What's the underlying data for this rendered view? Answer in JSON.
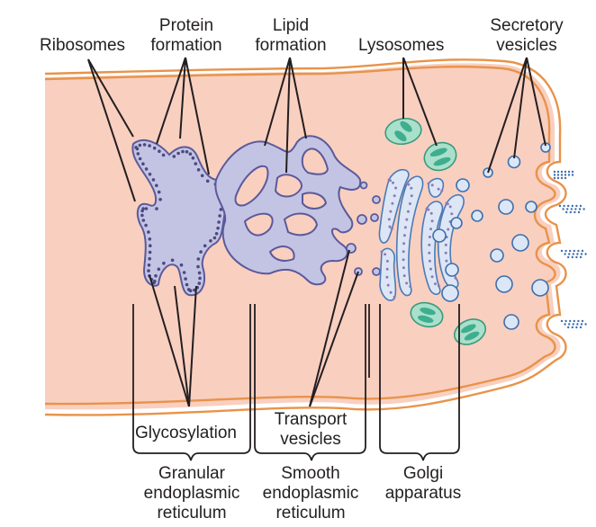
{
  "labels": {
    "ribosomes": "Ribosomes",
    "protein_formation_1": "Protein",
    "protein_formation_2": "formation",
    "lipid_formation_1": "Lipid",
    "lipid_formation_2": "formation",
    "lysosomes": "Lysosomes",
    "secretory_vesicles_1": "Secretory",
    "secretory_vesicles_2": "vesicles",
    "glycosylation": "Glycosylation",
    "transport_vesicles_1": "Transport",
    "transport_vesicles_2": "vesicles",
    "granular_er_1": "Granular",
    "granular_er_2": "endoplasmic",
    "granular_er_3": "reticulum",
    "smooth_er_1": "Smooth",
    "smooth_er_2": "endoplasmic",
    "smooth_er_3": "reticulum",
    "golgi_1": "Golgi",
    "golgi_2": "apparatus"
  },
  "colors": {
    "cytoplasm": "#f9cfc0",
    "membrane": "#e8934a",
    "er_fill": "#c3c3e4",
    "er_stroke": "#5a5a9a",
    "ribosome": "#4a4a80",
    "golgi_fill": "#dde6f5",
    "golgi_stroke": "#4a7ab8",
    "vesicle_fill": "#dbe7f6",
    "vesicle_stroke": "#3d6fae",
    "lysosome_fill": "#a9e0cc",
    "lysosome_inner": "#3fae8e",
    "lysosome_stroke": "#3b9a7a",
    "leader": "#231f20"
  }
}
